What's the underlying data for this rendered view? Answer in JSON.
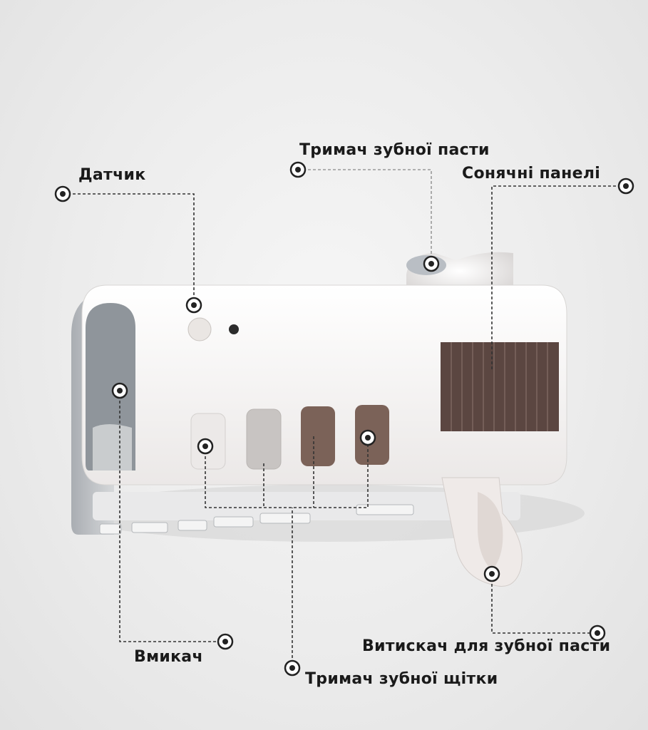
{
  "labels": {
    "sensor": "Датчик",
    "toothpaste_holder": "Тримач зубної пасти",
    "solar_panels": "Сонячні панелі",
    "power_switch": "Вмикач",
    "toothbrush_holder": "Тримач зубної щітки",
    "toothpaste_squeezer": "Витискач для зубної пасти"
  },
  "colors": {
    "device_body": "#f7f5f4",
    "device_shadow": "#9ea3a8",
    "solar_panel": "#5b4641",
    "leader_line": "#333333"
  }
}
